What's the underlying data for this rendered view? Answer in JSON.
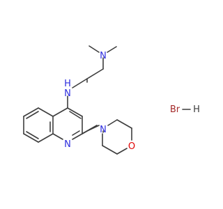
{
  "molecule": {
    "atoms": [
      {
        "id": "n_methyl",
        "label": "N",
        "color": "#2c2cde"
      },
      {
        "id": "n_amine",
        "label": "H\nN",
        "color": "#2c2cde"
      },
      {
        "id": "n_ring",
        "label": "N",
        "color": "#2c2cde"
      },
      {
        "id": "n_morph",
        "label": "N",
        "color": "#2c2cde"
      },
      {
        "id": "o_morph",
        "label": "O",
        "color": "#e00000"
      }
    ],
    "salt": {
      "br": "Br",
      "h": "H",
      "br_color": "#a52a2a",
      "h_color": "#3d3d3d"
    },
    "bond_color": "#3d3d3d"
  }
}
